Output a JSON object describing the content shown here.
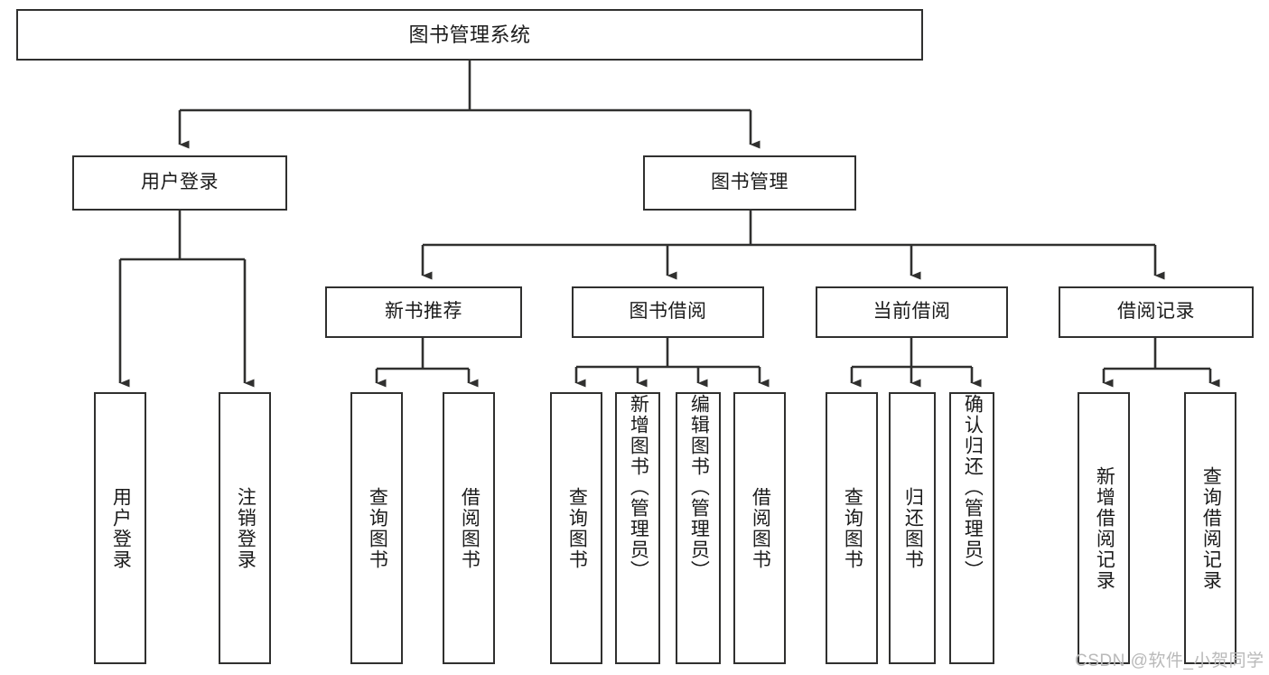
{
  "diagram": {
    "title_node": {
      "label": "图书管理系统"
    },
    "level2": [
      {
        "label": "用户登录"
      },
      {
        "label": "图书管理"
      }
    ],
    "level3": [
      {
        "label": "新书推荐"
      },
      {
        "label": "图书借阅"
      },
      {
        "label": "当前借阅"
      },
      {
        "label": "借阅记录"
      }
    ],
    "leaves": {
      "user_login": [
        {
          "label": "用户登录"
        },
        {
          "label": "注销登录"
        }
      ],
      "new_book_rec": [
        {
          "label": "查询图书"
        },
        {
          "label": "借阅图书"
        }
      ],
      "book_borrow": [
        {
          "label": "查询图书"
        },
        {
          "label": "新增图书（管理员）"
        },
        {
          "label": "编辑图书（管理员）"
        },
        {
          "label": "借阅图书"
        }
      ],
      "current_borrow": [
        {
          "label": "查询图书"
        },
        {
          "label": "归还图书"
        },
        {
          "label": "确认归还（管理员）"
        }
      ],
      "borrow_record": [
        {
          "label": "新增借阅记录"
        },
        {
          "label": "查询借阅记录"
        }
      ]
    }
  },
  "watermark": {
    "text": "CSDN @软件_小贺同学"
  },
  "colors": {
    "stroke": "#30302f",
    "background": "#ffffff",
    "text": "#1b1b1b",
    "watermark": "#b9b9b9"
  }
}
